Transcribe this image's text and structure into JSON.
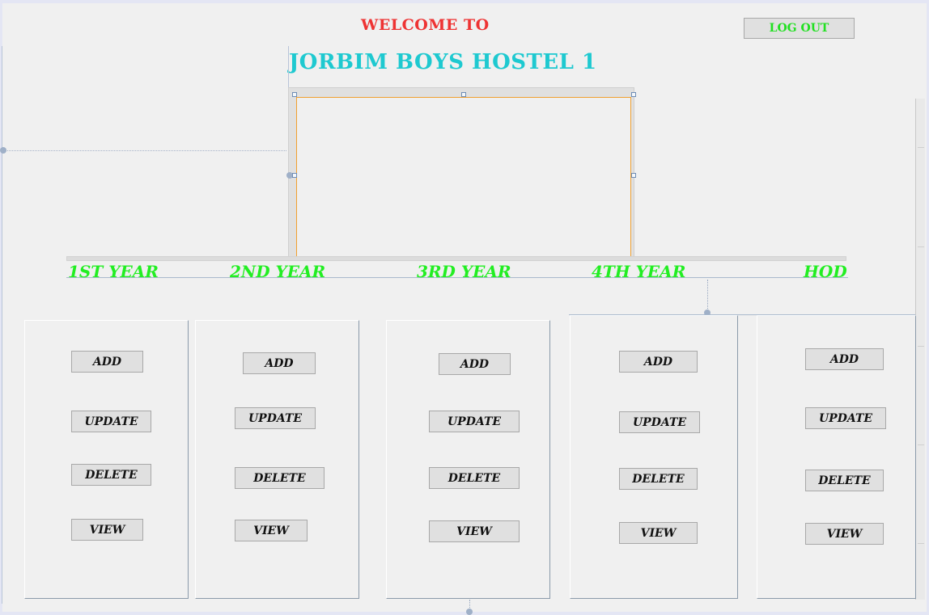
{
  "header": {
    "welcome": "WELCOME TO",
    "hostel_name": "JORBIM BOYS HOSTEL 1",
    "logout_label": "LOG OUT"
  },
  "categories": [
    {
      "label": "1ST YEAR"
    },
    {
      "label": "2ND YEAR"
    },
    {
      "label": "3RD YEAR"
    },
    {
      "label": "4TH YEAR"
    },
    {
      "label": "HOD"
    }
  ],
  "panels": [
    {
      "add": "ADD",
      "update": "UPDATE",
      "delete": "DELETE",
      "view": "VIEW"
    },
    {
      "add": "ADD",
      "update": "UPDATE",
      "delete": "DELETE",
      "view": "VIEW"
    },
    {
      "add": "ADD",
      "update": "UPDATE",
      "delete": "DELETE",
      "view": "VIEW"
    },
    {
      "add": "ADD",
      "update": "UPDATE",
      "delete": "DELETE",
      "view": "VIEW"
    },
    {
      "add": "ADD",
      "update": "UPDATE",
      "delete": "DELETE",
      "view": "VIEW"
    }
  ],
  "colors": {
    "welcome": "#ee3333",
    "hostel_name": "#1ec9d0",
    "category_text": "#22ee22",
    "logout_text": "#22e022",
    "selection_border": "#f0a030"
  }
}
